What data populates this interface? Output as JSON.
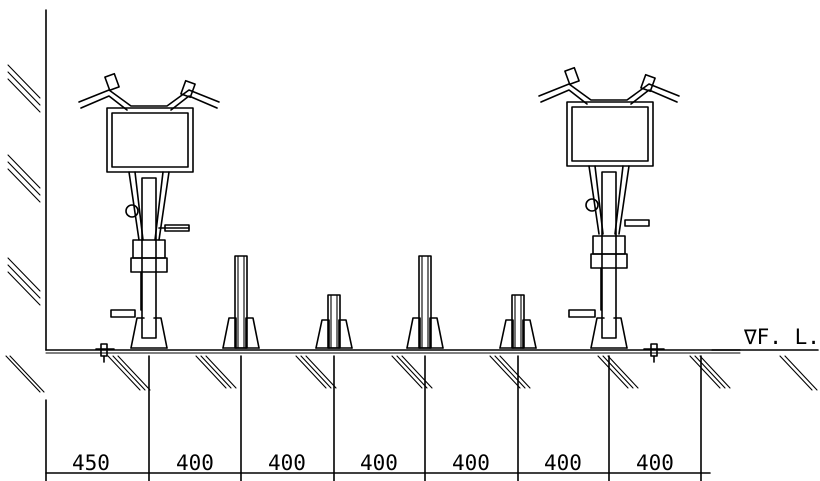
{
  "floor_label": "∇F. L.",
  "dimensions": [
    "450",
    "400",
    "400",
    "400",
    "400",
    "400",
    "400"
  ]
}
